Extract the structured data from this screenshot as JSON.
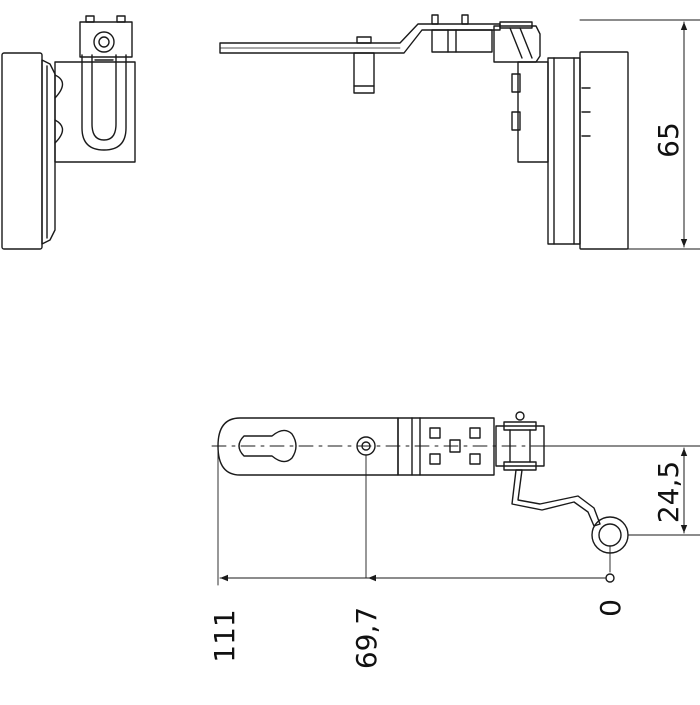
{
  "colors": {
    "line": "#1a1a1a",
    "background": "#ffffff"
  },
  "dimensions": {
    "height": "65",
    "offset_vertical": "24,5",
    "length_total": "111",
    "length_hole": "69,7",
    "origin": "0"
  }
}
